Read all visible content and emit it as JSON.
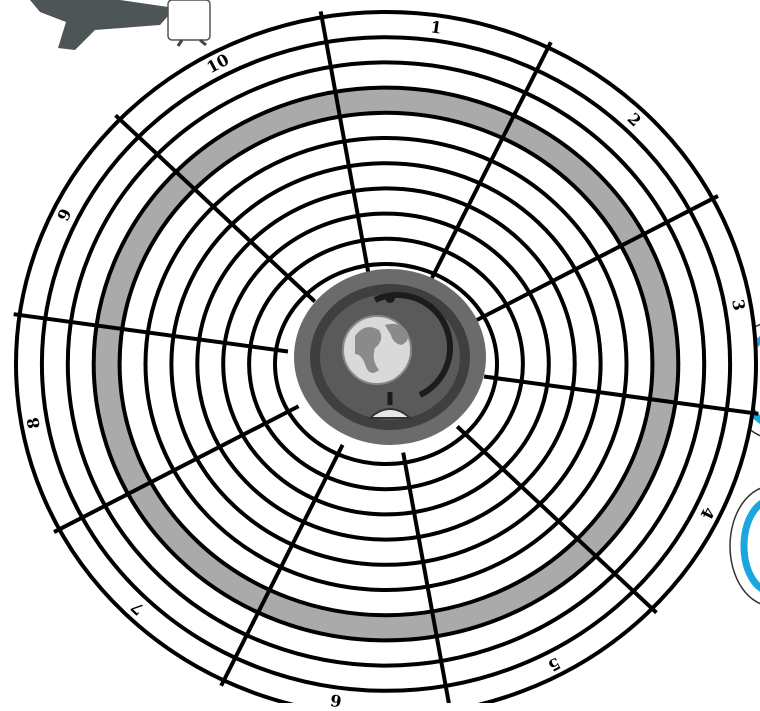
{
  "board": {
    "sector_labels": [
      "1",
      "2",
      "3",
      "4",
      "5",
      "6",
      "7",
      "8",
      "9",
      "10"
    ],
    "highlight_ring": 3,
    "ring_count": 11,
    "colors": {
      "line": "#000000",
      "board_fill": "#ffffff",
      "highlight_fill": "#aaaaaa",
      "hub_outer": "#6b6b6b",
      "hub_mid": "#3f3f3f",
      "hub_inner": "#5a5a5a",
      "globe": "#d9d9d9"
    },
    "center_icon": "globe-icon"
  },
  "decorations": {
    "top_left": "airplane-with-traveler-icon",
    "right_side": [
      "compass-dial-icon",
      "compass-dial-icon"
    ],
    "dial_accent": "#1aa7e0"
  }
}
